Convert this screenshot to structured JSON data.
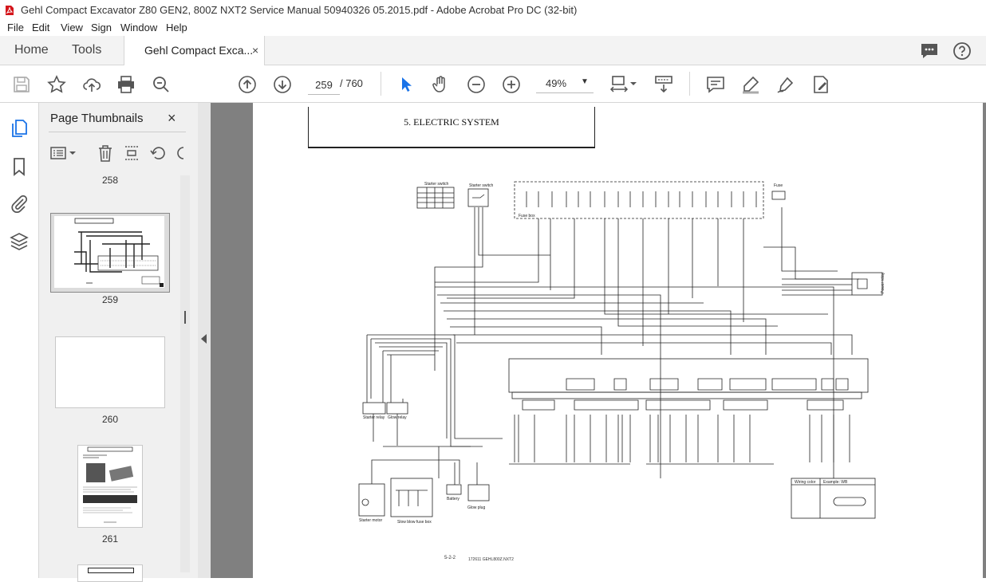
{
  "window": {
    "title": "Gehl Compact Excavator Z80 GEN2, 800Z NXT2 Service Manual 50940326 05.2015.pdf - Adobe Acrobat Pro DC (32-bit)"
  },
  "menu": [
    "File",
    "Edit",
    "View",
    "Sign",
    "Window",
    "Help"
  ],
  "tabs": {
    "home": "Home",
    "tools": "Tools",
    "document": "Gehl Compact Exca...",
    "close": "×"
  },
  "toolbar": {
    "page_current": "259",
    "page_total": "/ 760",
    "zoom": "49%"
  },
  "thumbnails": {
    "title": "Page Thumbnails",
    "close": "×",
    "labels": [
      "258",
      "259",
      "260",
      "261"
    ]
  },
  "document": {
    "section_title": "5. ELECTRIC SYSTEM",
    "page_number": "5-2-2",
    "footer_code": "172611   GEHL800Z.NXT2",
    "diagram_labels": {
      "starter_switch_a": "Starter switch",
      "starter_switch_b": "Starter switch",
      "fuse_box": "Fuse box",
      "fuse": "Fuse",
      "power_relay": "Power relay",
      "starter_relay": "Starter relay",
      "glow_relay": "Glow relay",
      "starter_motor": "Starter motor",
      "slow_blow_fuse_box": "Slow blow fuse box",
      "battery": "Battery",
      "glow_plug": "Glow plug",
      "wiring_color": "Wiring color",
      "example": "Example: WB"
    }
  },
  "colors": {
    "acrobat_red": "#d4161c",
    "toolbar_icon": "#555555",
    "select_blue": "#1a73e8",
    "doc_background": "#808080"
  }
}
